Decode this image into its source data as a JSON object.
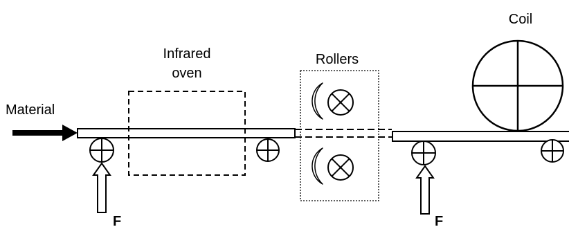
{
  "labels": {
    "material": "Material",
    "oven_line1": "Infrared",
    "oven_line2": "oven",
    "rollers": "Rollers",
    "coil": "Coil",
    "force_left": "F",
    "force_right": "F"
  }
}
